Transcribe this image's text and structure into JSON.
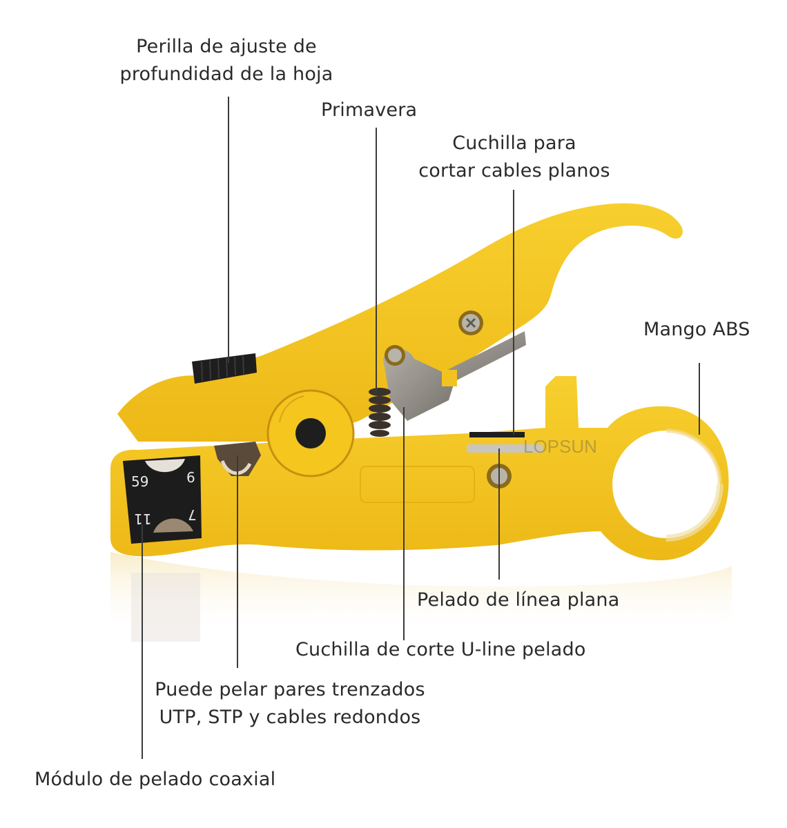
{
  "diagram": {
    "subject": "Pelacables coaxial / UTP amarillo",
    "brand_watermark": "LOPSUN",
    "colors": {
      "body_yellow": "#F5C518",
      "body_shadow": "#D9A514",
      "blade_gray": "#8E8A84",
      "knob_black": "#1E1E1E",
      "text": "#2A2A2A",
      "leader_line": "#3A3A3A",
      "background": "#FFFFFF"
    },
    "module_numbers": {
      "top_left": "59",
      "top_right": "6",
      "bottom_left": "11",
      "bottom_right": "7"
    }
  },
  "labels": {
    "depth_knob": {
      "line1": "Perilla de ajuste de",
      "line2": "profundidad de la hoja"
    },
    "spring": {
      "line1": "Primavera"
    },
    "flat_cable_blade": {
      "line1": "Cuchilla para",
      "line2": "cortar cables planos"
    },
    "abs_handle": {
      "line1": "Mango ABS"
    },
    "flat_line_stripping": {
      "line1": "Pelado de línea plana"
    },
    "u_line_blade": {
      "line1": "Cuchilla de corte U-line pelado"
    },
    "twisted_pairs": {
      "line1": "Puede pelar pares trenzados",
      "line2": "UTP, STP y cables redondos"
    },
    "coax_module": {
      "line1": "Módulo de pelado coaxial"
    }
  }
}
